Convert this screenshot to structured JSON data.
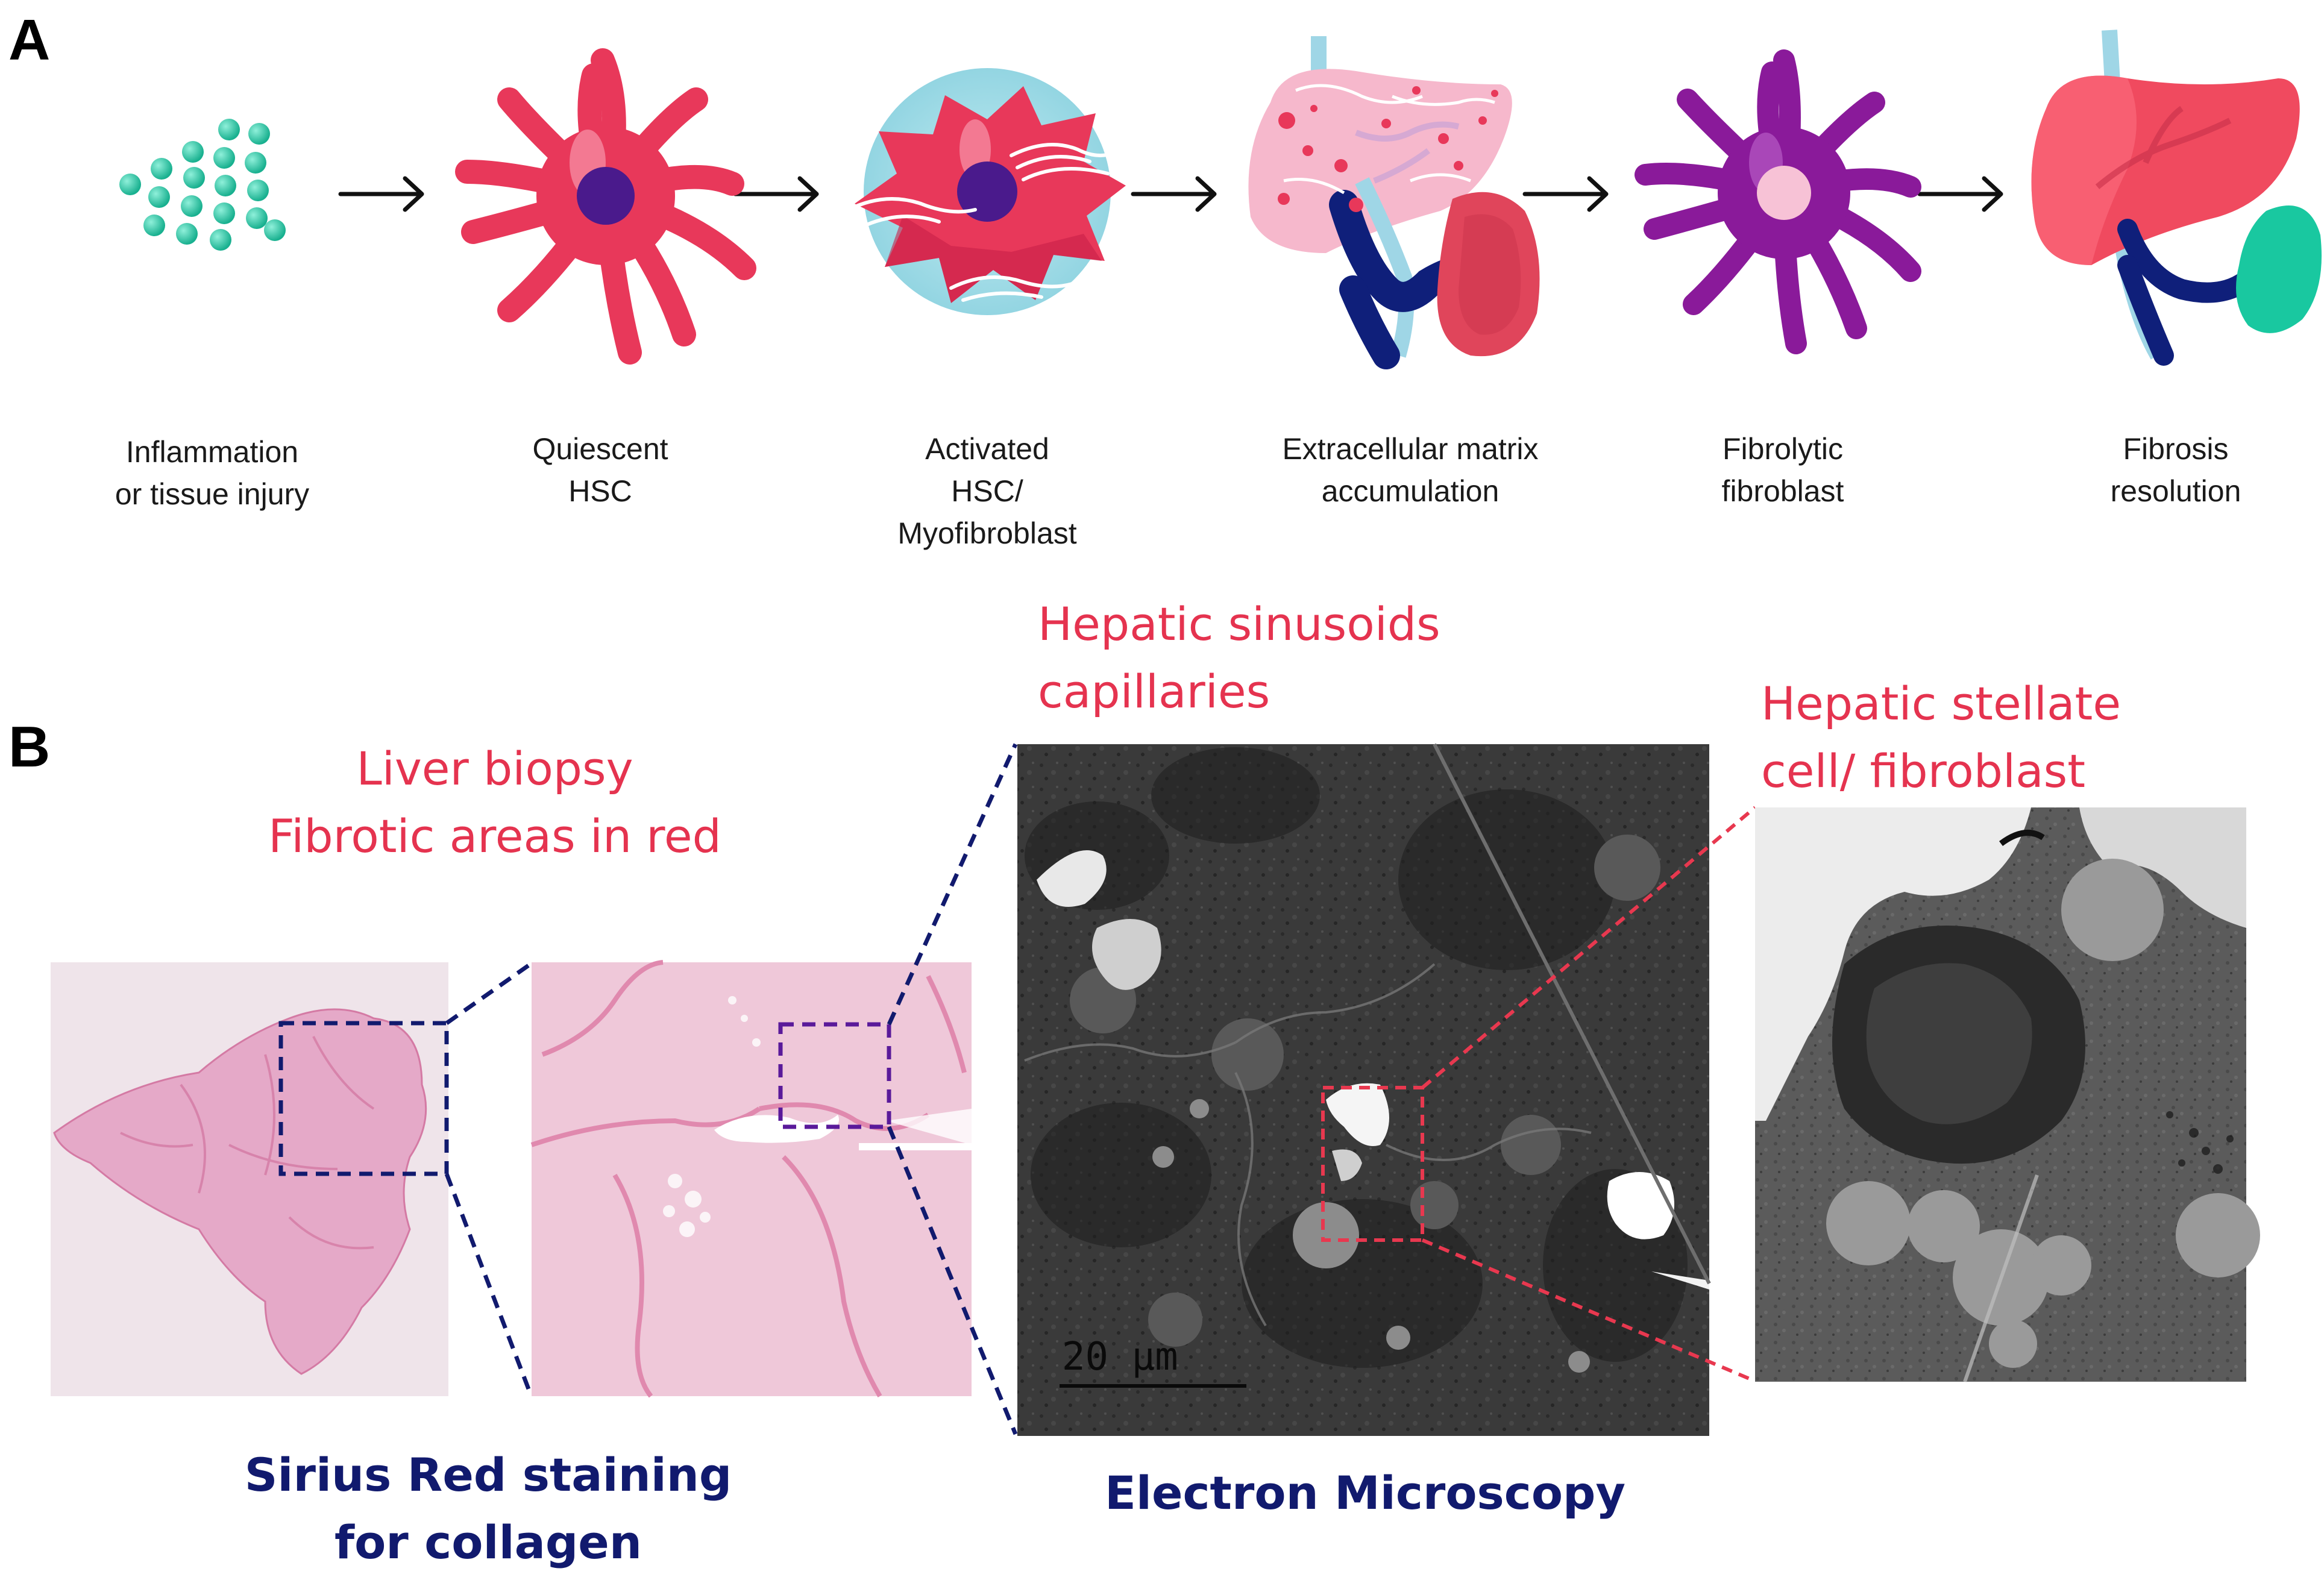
{
  "panel_a": {
    "letter": "A",
    "stages": [
      "Inflammation\nor tissue injury",
      "Quiescent\nHSC",
      "Activated\nHSC/\nMyofibroblast",
      "Extracellular matrix\naccumulation",
      "Fibrolytic\nfibroblast",
      "Fibrosis\nresolution"
    ]
  },
  "panel_b": {
    "letter": "B",
    "liver_biopsy_caption": "Liver biopsy\nFibrotic areas in red",
    "sinusoids_caption": "Hepatic sinusoids\ncapillaries",
    "stellate_caption": "Hepatic stellate\ncell/ fibroblast",
    "staining_caption": "Sirius Red staining\nfor collagen",
    "em_caption": "Electron Microscopy",
    "scale_bar": "20 μm"
  },
  "colors": {
    "teal": "#2bc3a3",
    "hsc_red": "#e8385a",
    "nucleus_purple": "#4a1a8c",
    "activated_bg": "#a9dfe8",
    "ecm_pink": "#f6b8cc",
    "vein_navy": "#0f1f7a",
    "vessel_lightblue": "#9fd6e6",
    "spleen_red": "#e0455b",
    "fibrolytic_purple": "#8a1a9a",
    "healthy_liver": "#f04a5f",
    "healthy_spleen": "#19c8a0",
    "caption_red": "#e5334f",
    "caption_navy": "#111a6e"
  },
  "icons": [
    "particle-cluster-icon",
    "quiescent-hsc-icon",
    "activated-hsc-icon",
    "fibrotic-liver-icon",
    "fibrolytic-fibroblast-icon",
    "healthy-liver-icon"
  ]
}
